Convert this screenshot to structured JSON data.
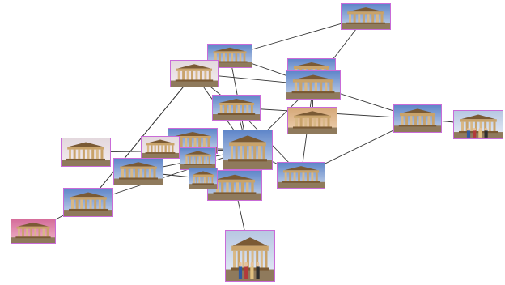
{
  "diagram": {
    "type": "image-graph",
    "subject": "",
    "colors": {
      "edge": "#333333",
      "frame": "#c96bd8",
      "stone": "#c9a36a",
      "stone_shadow": "#7a5a34",
      "sky": "#5f86c9",
      "ground": "#8f7a5c"
    },
    "nodes": [
      {
        "id": "n01",
        "variant": "sky"
      },
      {
        "id": "n02",
        "variant": "sky"
      },
      {
        "id": "n03",
        "variant": "pale"
      },
      {
        "id": "n04",
        "variant": "sky"
      },
      {
        "id": "n05",
        "variant": "sky"
      },
      {
        "id": "n06",
        "variant": "sky"
      },
      {
        "id": "n07",
        "variant": "sky"
      },
      {
        "id": "n08",
        "variant": "people"
      },
      {
        "id": "n09",
        "variant": "warm"
      },
      {
        "id": "n10",
        "variant": "sky"
      },
      {
        "id": "n11",
        "variant": "sky"
      },
      {
        "id": "n12",
        "variant": "sky"
      },
      {
        "id": "n13",
        "variant": "sky"
      },
      {
        "id": "n14",
        "variant": "pale"
      },
      {
        "id": "n15",
        "variant": "pale"
      },
      {
        "id": "n16",
        "variant": "sky"
      },
      {
        "id": "n17",
        "variant": "sky"
      },
      {
        "id": "n18",
        "variant": "sky"
      },
      {
        "id": "n19",
        "variant": "sky"
      },
      {
        "id": "n20",
        "variant": "people"
      },
      {
        "id": "n21",
        "variant": "sunset"
      }
    ],
    "edges": [
      [
        "n01",
        "n05"
      ],
      [
        "n02",
        "n05"
      ],
      [
        "n03",
        "n05"
      ],
      [
        "n03",
        "n11"
      ],
      [
        "n03",
        "n06"
      ],
      [
        "n05",
        "n07"
      ],
      [
        "n05",
        "n11"
      ],
      [
        "n05",
        "n12"
      ],
      [
        "n06",
        "n11"
      ],
      [
        "n06",
        "n07"
      ],
      [
        "n07",
        "n08"
      ],
      [
        "n07",
        "n12"
      ],
      [
        "n11",
        "n12"
      ],
      [
        "n11",
        "n17"
      ],
      [
        "n14",
        "n11"
      ],
      [
        "n19",
        "n03"
      ],
      [
        "n19",
        "n11"
      ],
      [
        "n18",
        "n16"
      ],
      [
        "n16",
        "n11"
      ],
      [
        "n17",
        "n20"
      ],
      [
        "n21",
        "n19"
      ],
      [
        "n03",
        "n19"
      ],
      [
        "n02",
        "n11"
      ],
      [
        "n05",
        "n09"
      ],
      [
        "n06",
        "n12"
      ],
      [
        "n15",
        "n11"
      ],
      [
        "n01",
        "n02"
      ]
    ]
  }
}
